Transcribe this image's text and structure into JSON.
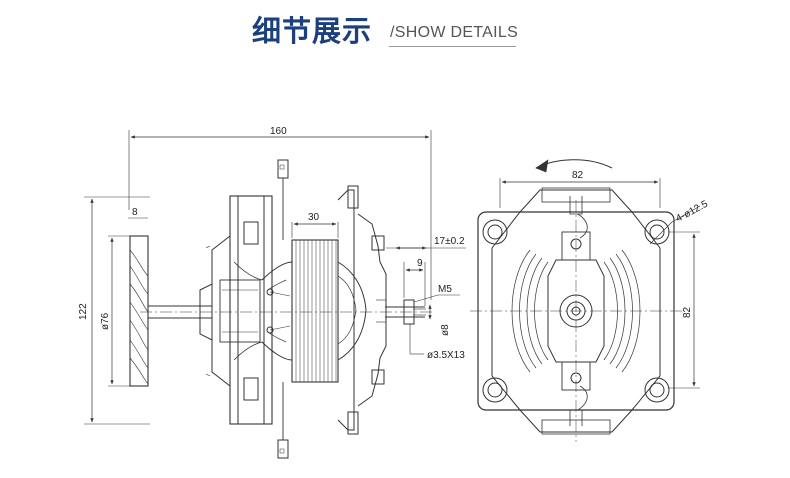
{
  "header": {
    "title_cn": "细节展示",
    "title_en": "/SHOW DETAILS"
  },
  "side_view": {
    "dim_overall_length": "160",
    "dim_height": "122",
    "dim_fan_diameter": "ø76",
    "dim_fan_width": "8",
    "dim_core_width": "30",
    "dim_mount_offset": "17±0.2",
    "dim_shaft_length": "9",
    "dim_thread": "M5",
    "dim_shaft_diameter": "ø8",
    "dim_flat": "ø3.5X13"
  },
  "front_view": {
    "dim_width": "82",
    "dim_height": "82",
    "dim_holes": "4-ø12.5"
  }
}
